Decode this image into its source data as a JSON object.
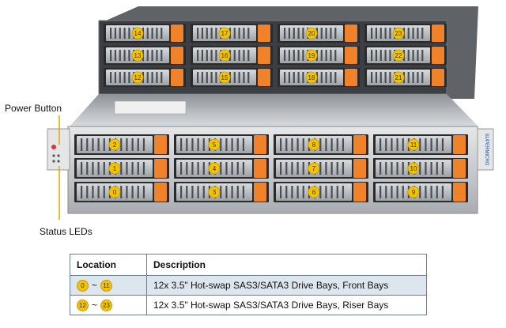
{
  "callouts": {
    "power_button": "Power Button",
    "status_leds": "Status LEDs"
  },
  "brand_vertical": "SUPERMICRO",
  "front_bays": {
    "rows": [
      [
        "2",
        "5",
        "8",
        "11"
      ],
      [
        "1",
        "4",
        "7",
        "10"
      ],
      [
        "0",
        "3",
        "6",
        "9"
      ]
    ]
  },
  "riser_bays": {
    "rows": [
      [
        "14",
        "17",
        "20",
        "23"
      ],
      [
        "13",
        "16",
        "19",
        "22"
      ],
      [
        "12",
        "15",
        "18",
        "21"
      ]
    ]
  },
  "table": {
    "headers": {
      "location": "Location",
      "description": "Description"
    },
    "rows": [
      {
        "from": "0",
        "tilde": "~",
        "to": "11",
        "description": "12x 3.5\" Hot-swap  SAS3/SATA3 Drive Bays, Front Bays"
      },
      {
        "from": "12",
        "tilde": "~",
        "to": "23",
        "description": "12x 3.5\" Hot-swap  SAS3/SATA3 Drive Bays, Riser Bays"
      }
    ]
  },
  "colors": {
    "chassis": "#c9ccd0",
    "bay_dark": "#2a2a2a",
    "tray_silver": "#b8bcc0",
    "latch_orange": "#f0822a",
    "number_chip": "#f4c300",
    "table_border": "#6b7f8e",
    "table_row_tint": "#dde6ef"
  }
}
